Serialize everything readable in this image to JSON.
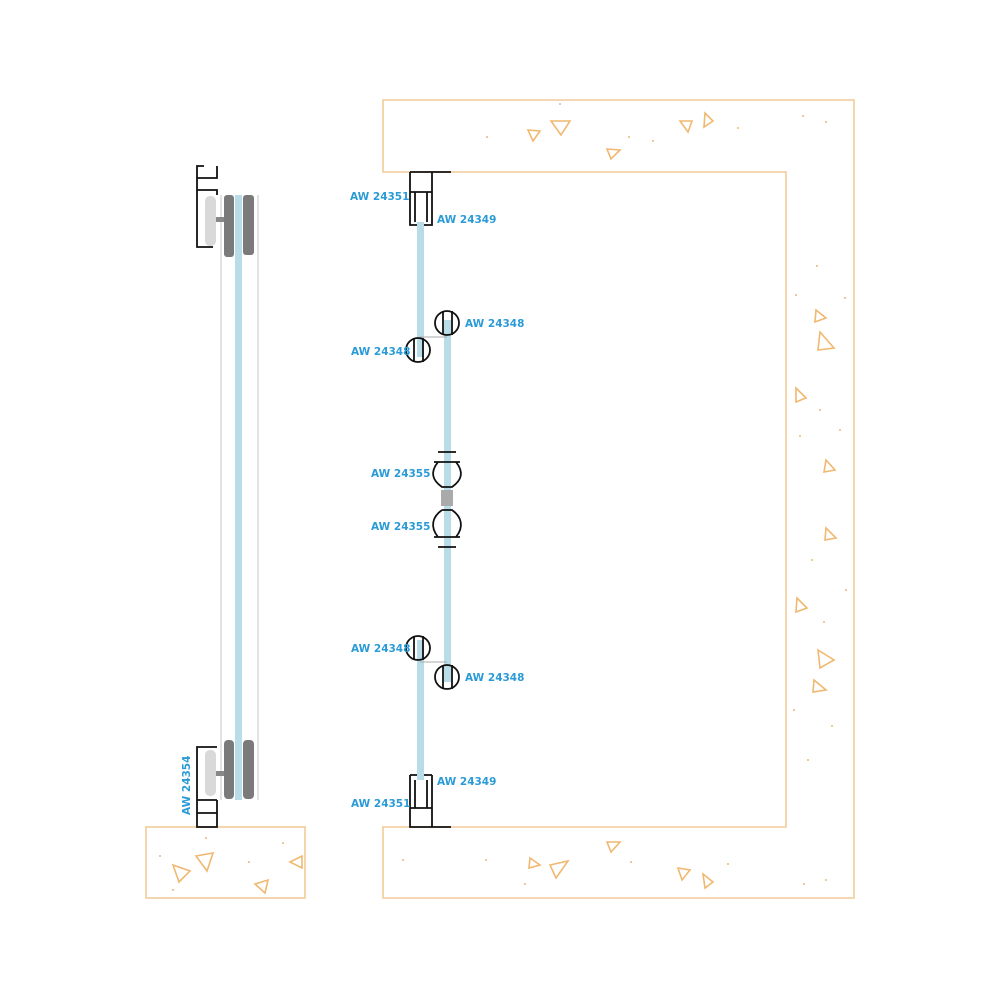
{
  "labels": {
    "top_left_frame": "AW 24351",
    "top_glass_profile": "AW 24349",
    "clamp_upper_right": "AW 24348",
    "clamp_upper_left": "AW 24348",
    "connector_upper": "AW 24355",
    "connector_lower": "AW 24355",
    "clamp_lower_left": "AW 24348",
    "clamp_lower_right": "AW 24348",
    "bottom_glass_profile": "AW 24349",
    "bottom_left_frame": "AW 24351",
    "side_section_profile": "AW 24354"
  },
  "colors": {
    "label": "#2a9bd6",
    "concrete": "#f2cc9a",
    "glass": "#b9dde8"
  }
}
